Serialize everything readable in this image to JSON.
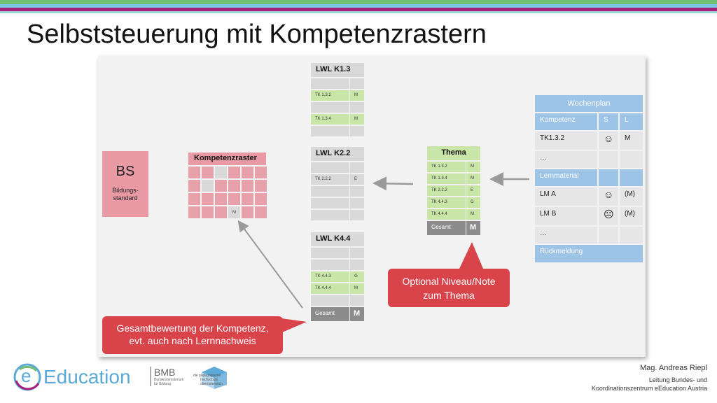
{
  "title": "Selbststeuerung mit Kompetenzrastern",
  "colors": {
    "accent_green": "#6fbf73",
    "accent_purple": "#a4207a",
    "accent_blue": "#5aa9d6",
    "callout_red": "#d9434a"
  },
  "bs": {
    "big": "BS",
    "sub1": "Bildungs-",
    "sub2": "standard"
  },
  "kompetenzraster": {
    "header": "Kompetenzraster",
    "marked": "M"
  },
  "lwl_k13": {
    "header": "LWL K1.3",
    "rows": [
      {
        "code": "",
        "grade": ""
      },
      {
        "code": "TK 1.3.2",
        "grade": "M"
      },
      {
        "code": "",
        "grade": ""
      },
      {
        "code": "TK 1.3.4",
        "grade": "M"
      },
      {
        "code": "",
        "grade": ""
      }
    ]
  },
  "lwl_k22": {
    "header": "LWL K2.2",
    "rows": [
      {
        "code": "",
        "grade": ""
      },
      {
        "code": "TK 2.2.2",
        "grade": "E"
      },
      {
        "code": "",
        "grade": ""
      },
      {
        "code": "",
        "grade": ""
      },
      {
        "code": "",
        "grade": ""
      }
    ]
  },
  "lwl_k44": {
    "header": "LWL K4.4",
    "rows": [
      {
        "code": "",
        "grade": ""
      },
      {
        "code": "",
        "grade": ""
      },
      {
        "code": "TK 4.4.3",
        "grade": "G"
      },
      {
        "code": "TK 4.4.4",
        "grade": "M"
      },
      {
        "code": "",
        "grade": ""
      }
    ],
    "total_label": "Gesamt",
    "total_grade": "M"
  },
  "thema": {
    "header": "Thema",
    "rows": [
      {
        "code": "TK 1.3.2",
        "grade": "M"
      },
      {
        "code": "TK 1.3.4",
        "grade": "M"
      },
      {
        "code": "TK 2.2.2",
        "grade": "E"
      },
      {
        "code": "TK 4.4.3",
        "grade": "G"
      },
      {
        "code": "TK 4.4.4",
        "grade": "M"
      }
    ],
    "total_label": "Gesamt",
    "total_grade": "M"
  },
  "wochenplan": {
    "header": "Wochenplan",
    "col_kompetenz": "Kompetenz",
    "col_s": "S",
    "col_l": "L",
    "row1": {
      "a": "TK1.3.2",
      "b": "☺",
      "c": "M"
    },
    "row2": {
      "a": "…",
      "b": "",
      "c": ""
    },
    "lernmaterial": "Lernmaterial",
    "row3": {
      "a": "LM A",
      "b": "☺",
      "c": "(M)"
    },
    "row4": {
      "a": "LM B",
      "b": "☹",
      "c": "(M)"
    },
    "row5": {
      "a": "…",
      "b": "",
      "c": ""
    },
    "rueckmeldung": "Rückmeldung"
  },
  "callout_left": {
    "line1": "Gesamtbewertung der Kompetenz,",
    "line2": "evt. auch nach Lernnachweis"
  },
  "callout_right": {
    "line1": "Optional Niveau/Note",
    "line2": "zum Thema"
  },
  "footer": {
    "logo_e": "e",
    "logo_text": "Education",
    "bmb": "BMB",
    "bmb_sub1": "Bundesministerium",
    "bmb_sub2": "für Bildung",
    "ph1": "die pädagogische",
    "ph2": "hochschule",
    "ph3": "oberösterreich",
    "author": "Mag. Andreas Riepl",
    "role1": "Leitung Bundes- und",
    "role2": "Koordinationszentrum eEducation Austria"
  }
}
